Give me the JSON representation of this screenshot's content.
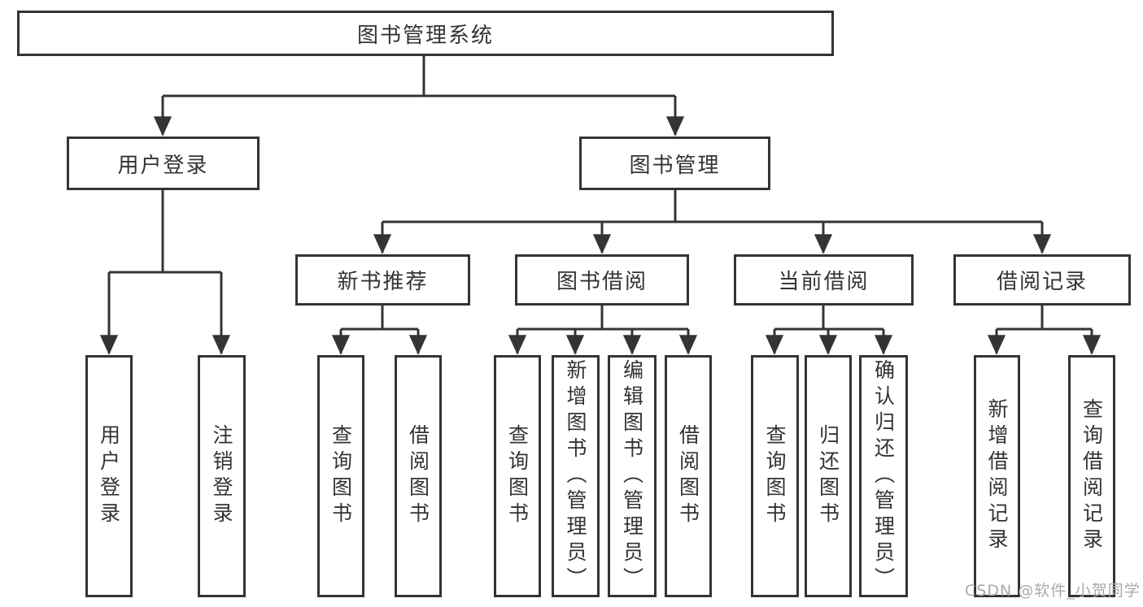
{
  "root": {
    "label": "图书管理系统"
  },
  "level1": [
    {
      "id": "user-login",
      "label": "用户登录"
    },
    {
      "id": "book-management",
      "label": "图书管理"
    }
  ],
  "level2": [
    {
      "id": "new-book-recommendation",
      "label": "新书推荐"
    },
    {
      "id": "book-borrowing",
      "label": "图书借阅"
    },
    {
      "id": "current-borrowing",
      "label": "当前借阅"
    },
    {
      "id": "borrowing-records",
      "label": "借阅记录"
    }
  ],
  "leaves": [
    {
      "group": "user-login",
      "label": "用户登录"
    },
    {
      "group": "user-login",
      "label": "注销登录"
    },
    {
      "group": "new-book-recommendation",
      "label": "查询图书"
    },
    {
      "group": "new-book-recommendation",
      "label": "借阅图书"
    },
    {
      "group": "book-borrowing",
      "label": "查询图书"
    },
    {
      "group": "book-borrowing",
      "label": "新增图书（管理员）"
    },
    {
      "group": "book-borrowing",
      "label": "编辑图书（管理员）"
    },
    {
      "group": "book-borrowing",
      "label": "借阅图书"
    },
    {
      "group": "current-borrowing",
      "label": "查询图书"
    },
    {
      "group": "current-borrowing",
      "label": "归还图书"
    },
    {
      "group": "current-borrowing",
      "label": "确认归还（管理员）"
    },
    {
      "group": "borrowing-records",
      "label": "新增借阅记录"
    },
    {
      "group": "borrowing-records",
      "label": "查询借阅记录"
    }
  ],
  "watermark": "CSDN @软件_小贺同学",
  "colors": {
    "line": "#343434",
    "text": "#333333",
    "background": "#ffffff",
    "watermark": "#a9a9a9"
  }
}
